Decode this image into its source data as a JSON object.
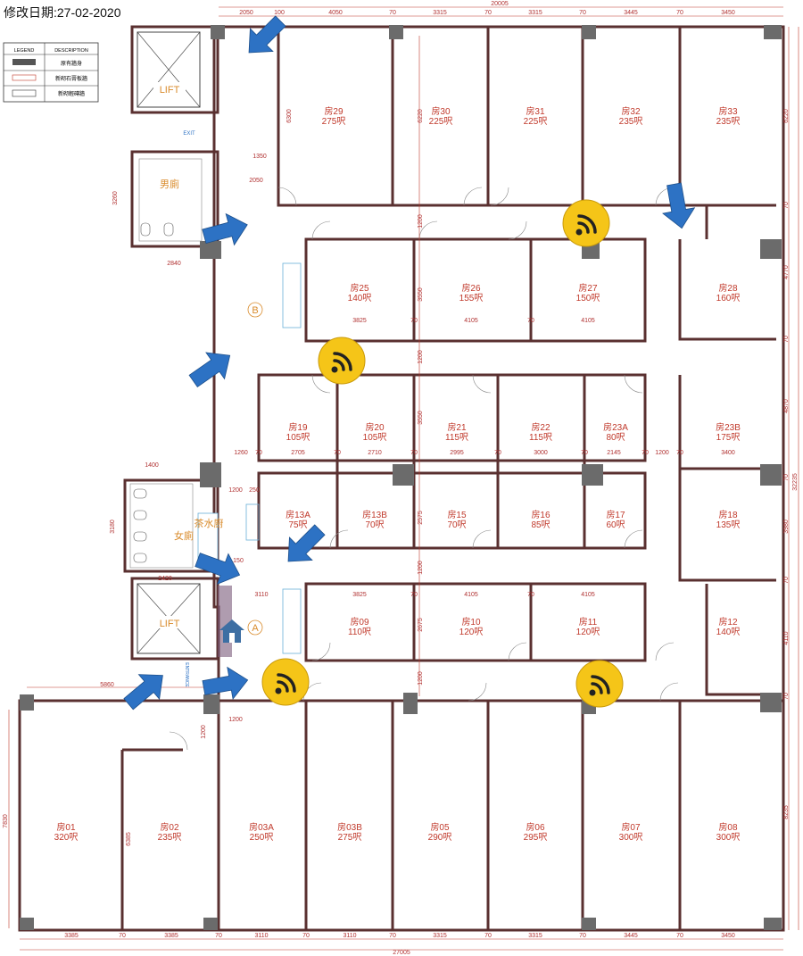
{
  "header": {
    "date_label": "修改日期:27-02-2020"
  },
  "legend": {
    "col_legend": "LEGEND",
    "col_description": "DESCRIPTION",
    "rows": [
      "原有牆身",
      "新砌石膏板牆",
      "新砌輕磚牆"
    ]
  },
  "facilities": {
    "lift_label": "LIFT",
    "exit_label": "EXIT",
    "entrance_label": "ENTRANCE",
    "mens_toilet": "男廁",
    "womens_toilet": "女廁",
    "pantry": "茶水廚",
    "zone_a": "A",
    "zone_b": "B"
  },
  "rooms": [
    {
      "name": "房29",
      "area": "275呎"
    },
    {
      "name": "房30",
      "area": "225呎"
    },
    {
      "name": "房31",
      "area": "225呎"
    },
    {
      "name": "房32",
      "area": "235呎"
    },
    {
      "name": "房33",
      "area": "235呎"
    },
    {
      "name": "房25",
      "area": "140呎"
    },
    {
      "name": "房26",
      "area": "155呎"
    },
    {
      "name": "房27",
      "area": "150呎"
    },
    {
      "name": "房28",
      "area": "160呎"
    },
    {
      "name": "房19",
      "area": "105呎"
    },
    {
      "name": "房20",
      "area": "105呎"
    },
    {
      "name": "房21",
      "area": "115呎"
    },
    {
      "name": "房22",
      "area": "115呎"
    },
    {
      "name": "房23A",
      "area": "80呎"
    },
    {
      "name": "房23B",
      "area": "175呎"
    },
    {
      "name": "房13A",
      "area": "75呎"
    },
    {
      "name": "房13B",
      "area": "70呎"
    },
    {
      "name": "房15",
      "area": "70呎"
    },
    {
      "name": "房16",
      "area": "85呎"
    },
    {
      "name": "房17",
      "area": "60呎"
    },
    {
      "name": "房18",
      "area": "135呎"
    },
    {
      "name": "房09",
      "area": "110呎"
    },
    {
      "name": "房10",
      "area": "120呎"
    },
    {
      "name": "房11",
      "area": "120呎"
    },
    {
      "name": "房12",
      "area": "140呎"
    },
    {
      "name": "房01",
      "area": "320呎"
    },
    {
      "name": "房02",
      "area": "235呎"
    },
    {
      "name": "房03A",
      "area": "250呎"
    },
    {
      "name": "房03B",
      "area": "275呎"
    },
    {
      "name": "房05",
      "area": "290呎"
    },
    {
      "name": "房06",
      "area": "295呎"
    },
    {
      "name": "房07",
      "area": "300呎"
    },
    {
      "name": "房08",
      "area": "300呎"
    }
  ],
  "dimensions": {
    "top_total": "20005",
    "top_row": [
      "2050",
      "100",
      "4050",
      "70",
      "3315",
      "70",
      "3315",
      "70",
      "3445",
      "70",
      "3450"
    ],
    "bottom_total": "27005",
    "bottom_row": [
      "3385",
      "70",
      "3385",
      "70",
      "3110",
      "70",
      "3110",
      "70",
      "3315",
      "70",
      "3315",
      "70",
      "3445",
      "70",
      "3450"
    ],
    "right_total": "32235",
    "right_col": [
      "6220",
      "70",
      "4770",
      "70",
      "4870",
      "70",
      "3980",
      "70",
      "4110",
      "70",
      "8235"
    ],
    "left_col": [
      "3260",
      "3180",
      "7830"
    ],
    "row_25": [
      "3825",
      "70",
      "4105",
      "70",
      "4105"
    ],
    "row_19": [
      "1260",
      "70",
      "2705",
      "70",
      "2710",
      "70",
      "2995",
      "70",
      "3000",
      "70",
      "2145",
      "70",
      "1200",
      "70",
      "3400"
    ],
    "row_09": [
      "3110",
      "3825",
      "70",
      "4105",
      "70",
      "4105"
    ],
    "misc": [
      "6300",
      "6220",
      "1350",
      "2050",
      "2840",
      "1400",
      "1200",
      "250",
      "2420",
      "5860",
      "1200",
      "1200",
      "6385",
      "1200",
      "3550",
      "3550",
      "2575",
      "2675",
      "1200",
      "1200",
      "1200",
      "150"
    ]
  },
  "icons": {
    "wifi": "wifi-icon",
    "arrow": "direction-arrow-icon",
    "home": "home-icon"
  },
  "colors": {
    "wifi_yellow": "#f5c518",
    "arrow_blue": "#2d72c4",
    "room_text": "#c0392b",
    "label_orange": "#d98b2b",
    "wall": "#5a3030"
  }
}
